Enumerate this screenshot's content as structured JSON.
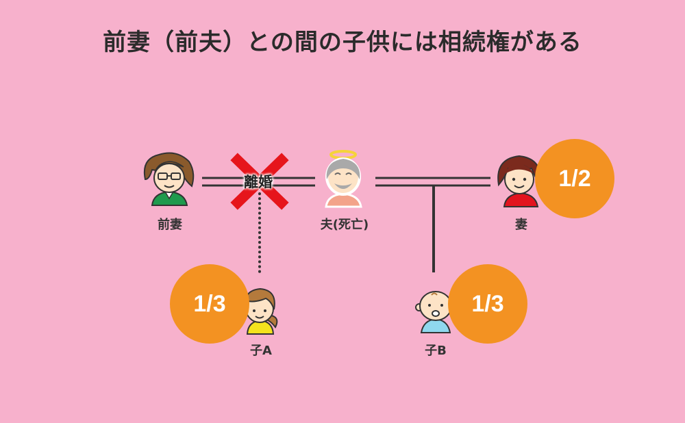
{
  "title": "前妻（前夫）との間の子供には相続権がある",
  "people": {
    "former_wife": "前妻",
    "husband": "夫(死亡)",
    "wife": "妻",
    "child_a": "子A",
    "child_b": "子B"
  },
  "divorce_label": "離婚",
  "shares": {
    "wife": "1/2",
    "child_a": "1/3",
    "child_b": "1/3"
  },
  "colors": {
    "background": "#f7b1cc",
    "share_circle": "#f39222",
    "divorce_cross": "#e6151b",
    "line": "#333333"
  }
}
